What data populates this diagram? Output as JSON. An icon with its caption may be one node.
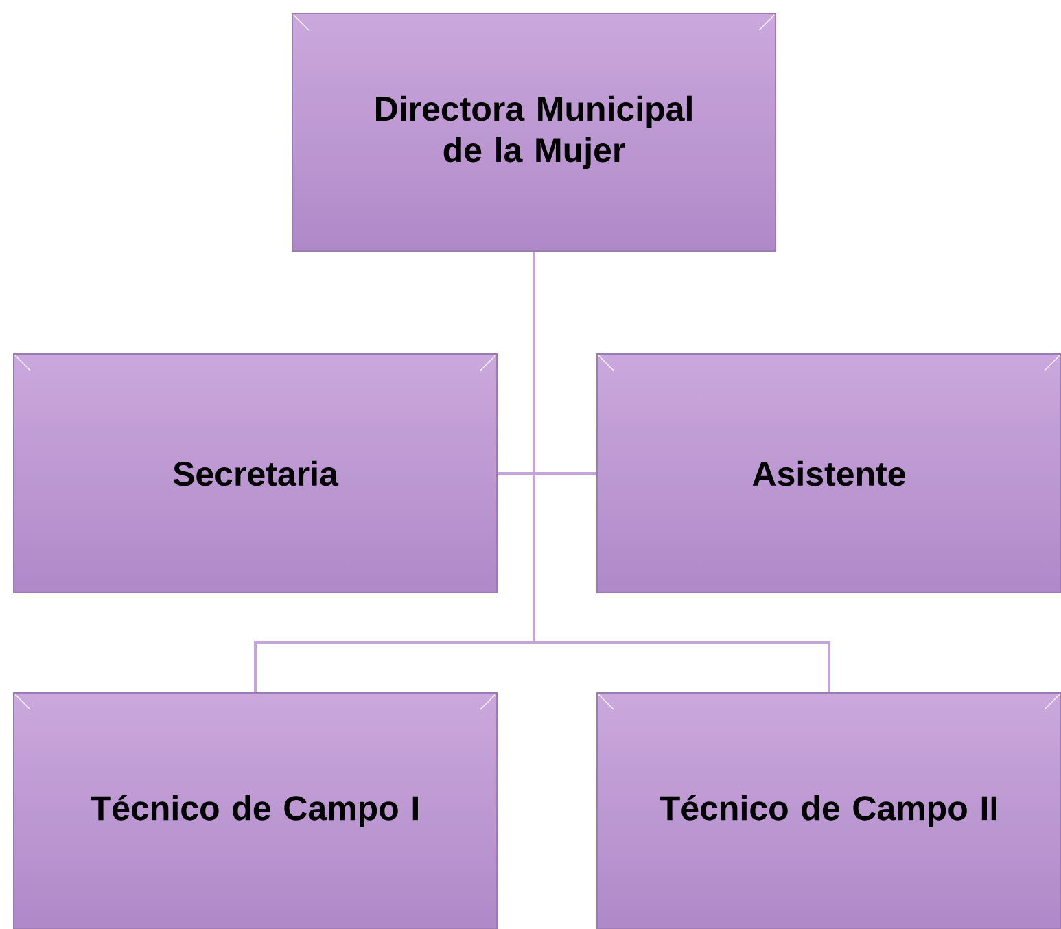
{
  "diagram": {
    "nodes": [
      {
        "text": [
          "Directora Municipal de la Mujer"
        ]
      },
      {
        "text": [
          "Secretaria"
        ]
      },
      {
        "text": [
          "Asistente"
        ]
      },
      {
        "text": [
          "Técnico de Campo I"
        ]
      },
      {
        "text": [
          "Técnico de Campo II"
        ]
      }
    ],
    "edges": [
      {
        "from": 0,
        "to": 1,
        "arrow": "none"
      },
      {
        "from": 0,
        "to": 2,
        "arrow": "none"
      },
      {
        "from": 0,
        "to": 3,
        "arrow": "none"
      },
      {
        "from": 0,
        "to": 4,
        "arrow": "none"
      }
    ]
  }
}
